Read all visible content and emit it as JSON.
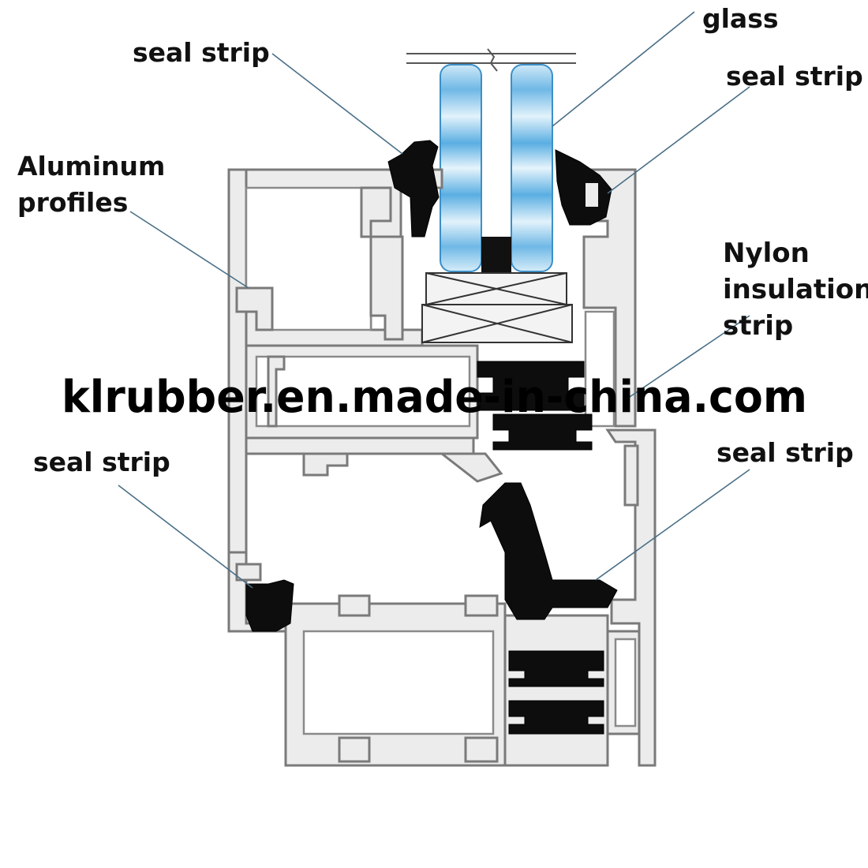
{
  "labels": {
    "glass": "glass",
    "seal_strip_top_left": "seal strip",
    "seal_strip_top_right": "seal strip",
    "aluminum_line1": "Aluminum",
    "aluminum_line2": "profiles",
    "nylon_line1": "Nylon",
    "nylon_line2": "insulation",
    "nylon_line3": "strip",
    "seal_strip_bottom_left": "seal strip",
    "seal_strip_bottom_right": "seal strip"
  },
  "watermark": "klrubber.en.made-in-china.com",
  "colors": {
    "aluminum_fill": "#ececec",
    "aluminum_edge": "#7a7a7a",
    "rubber": "#0d0d0d",
    "glass_light": "#dff0fb",
    "glass_dark": "#4aa3dc",
    "leader_line": "#4a6f86"
  }
}
